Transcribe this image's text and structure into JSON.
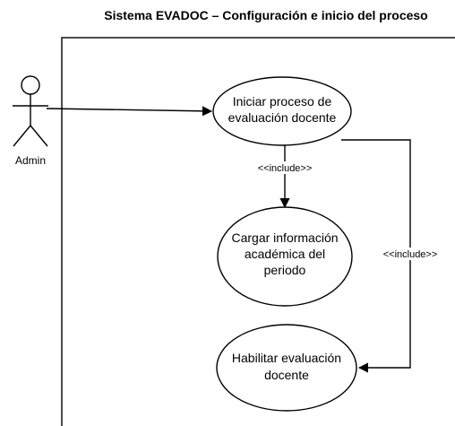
{
  "diagram": {
    "title": "Sistema EVADOC – Configuración e inicio del proceso",
    "actor": {
      "name": "Admin",
      "icon": "stick-figure-icon"
    },
    "use_cases": [
      {
        "id": "iniciar",
        "lines": [
          "Iniciar proceso de",
          "evaluación docente"
        ]
      },
      {
        "id": "cargar",
        "lines": [
          "Cargar información",
          "académica del",
          "periodo"
        ]
      },
      {
        "id": "habilitar",
        "lines": [
          "Habilitar evaluación",
          "docente"
        ]
      }
    ],
    "relations": [
      {
        "from": "Admin",
        "to": "iniciar",
        "type": "association",
        "label": ""
      },
      {
        "from": "iniciar",
        "to": "cargar",
        "type": "include",
        "label": "<<include>>"
      },
      {
        "from": "iniciar",
        "to": "habilitar",
        "type": "include",
        "label": "<<include>>"
      }
    ],
    "colors": {
      "line": "#000000",
      "fill": "#ffffff",
      "text": "#000000"
    }
  }
}
